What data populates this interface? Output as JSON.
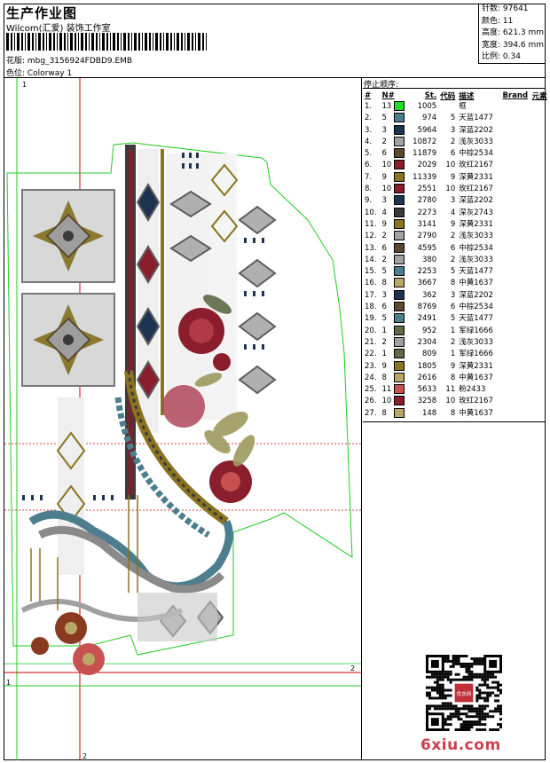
{
  "header": {
    "title": "生产作业图",
    "company": "Wilcom(汇爱) 装饰工作室",
    "file_label": "花版: mbg_3156924FDBD9.EMB",
    "colorway_label": "色位: Colorway 1"
  },
  "stats": {
    "stitches": "针数: 97641",
    "colors": "颜色: 11",
    "height": "高度: 621.3 mm",
    "width": "宽度: 394.6 mm",
    "scale": "比例: 0.34"
  },
  "stop_sequence": {
    "title": "停止顺序:",
    "columns": [
      "#",
      "N#",
      "St.",
      "代码",
      "描述",
      "Brand",
      "元素"
    ],
    "rows": [
      {
        "n": "1.",
        "nn": "13",
        "st": "1005",
        "code": "",
        "desc": "框",
        "color": "#22dd22"
      },
      {
        "n": "2.",
        "nn": "5",
        "st": "974",
        "code": "5",
        "desc": "天蓝1477",
        "color": "#4c7e8e"
      },
      {
        "n": "3.",
        "nn": "3",
        "st": "5964",
        "code": "3",
        "desc": "深蓝2202",
        "color": "#1e3352"
      },
      {
        "n": "4.",
        "nn": "2",
        "st": "10872",
        "code": "2",
        "desc": "浅灰3033",
        "color": "#a1a1a1"
      },
      {
        "n": "5.",
        "nn": "6",
        "st": "11879",
        "code": "6",
        "desc": "中棕2534",
        "color": "#5d4a2e"
      },
      {
        "n": "6.",
        "nn": "10",
        "st": "2029",
        "code": "10",
        "desc": "玫红2167",
        "color": "#8a1e2c"
      },
      {
        "n": "7.",
        "nn": "9",
        "st": "11339",
        "code": "9",
        "desc": "深黄2331",
        "color": "#8a7420"
      },
      {
        "n": "8.",
        "nn": "10",
        "st": "2551",
        "code": "10",
        "desc": "玫红2167",
        "color": "#8a1e2c"
      },
      {
        "n": "9.",
        "nn": "3",
        "st": "2780",
        "code": "3",
        "desc": "深蓝2202",
        "color": "#1e3352"
      },
      {
        "n": "10.",
        "nn": "4",
        "st": "2273",
        "code": "4",
        "desc": "深灰2743",
        "color": "#3a3a3a"
      },
      {
        "n": "11.",
        "nn": "9",
        "st": "3141",
        "code": "9",
        "desc": "深黄2331",
        "color": "#8a7420"
      },
      {
        "n": "12.",
        "nn": "2",
        "st": "2790",
        "code": "2",
        "desc": "浅灰3033",
        "color": "#a1a1a1"
      },
      {
        "n": "13.",
        "nn": "6",
        "st": "4595",
        "code": "6",
        "desc": "中棕2534",
        "color": "#5d4a2e"
      },
      {
        "n": "14.",
        "nn": "2",
        "st": "380",
        "code": "2",
        "desc": "浅灰3033",
        "color": "#a1a1a1"
      },
      {
        "n": "15.",
        "nn": "5",
        "st": "2253",
        "code": "5",
        "desc": "天蓝1477",
        "color": "#4c7e8e"
      },
      {
        "n": "16.",
        "nn": "8",
        "st": "3667",
        "code": "8",
        "desc": "中黄1637",
        "color": "#b8a866"
      },
      {
        "n": "17.",
        "nn": "3",
        "st": "362",
        "code": "3",
        "desc": "深蓝2202",
        "color": "#1e3352"
      },
      {
        "n": "18.",
        "nn": "6",
        "st": "8769",
        "code": "6",
        "desc": "中棕2534",
        "color": "#5d4a2e"
      },
      {
        "n": "19.",
        "nn": "5",
        "st": "2491",
        "code": "5",
        "desc": "天蓝1477",
        "color": "#4c7e8e"
      },
      {
        "n": "20.",
        "nn": "1",
        "st": "952",
        "code": "1",
        "desc": "军绿1666",
        "color": "#5e6a48"
      },
      {
        "n": "21.",
        "nn": "2",
        "st": "2304",
        "code": "2",
        "desc": "浅灰3033",
        "color": "#a1a1a1"
      },
      {
        "n": "22.",
        "nn": "1",
        "st": "809",
        "code": "1",
        "desc": "军绿1666",
        "color": "#5e6a48"
      },
      {
        "n": "23.",
        "nn": "9",
        "st": "1805",
        "code": "9",
        "desc": "深黄2331",
        "color": "#8a7420"
      },
      {
        "n": "24.",
        "nn": "8",
        "st": "2616",
        "code": "8",
        "desc": "中黄1637",
        "color": "#b8a866"
      },
      {
        "n": "25.",
        "nn": "11",
        "st": "5633",
        "code": "11",
        "desc": "粉2433",
        "color": "#c85050"
      },
      {
        "n": "26.",
        "nn": "10",
        "st": "3258",
        "code": "10",
        "desc": "玫红2167",
        "color": "#8a1e2c"
      },
      {
        "n": "27.",
        "nn": "8",
        "st": "148",
        "code": "8",
        "desc": "中黄1637",
        "color": "#b8a866"
      }
    ]
  },
  "guides": {
    "label_1": "1",
    "label_2": "2"
  },
  "watermark": "6xiu.com",
  "qr_stamp": "优衣网"
}
